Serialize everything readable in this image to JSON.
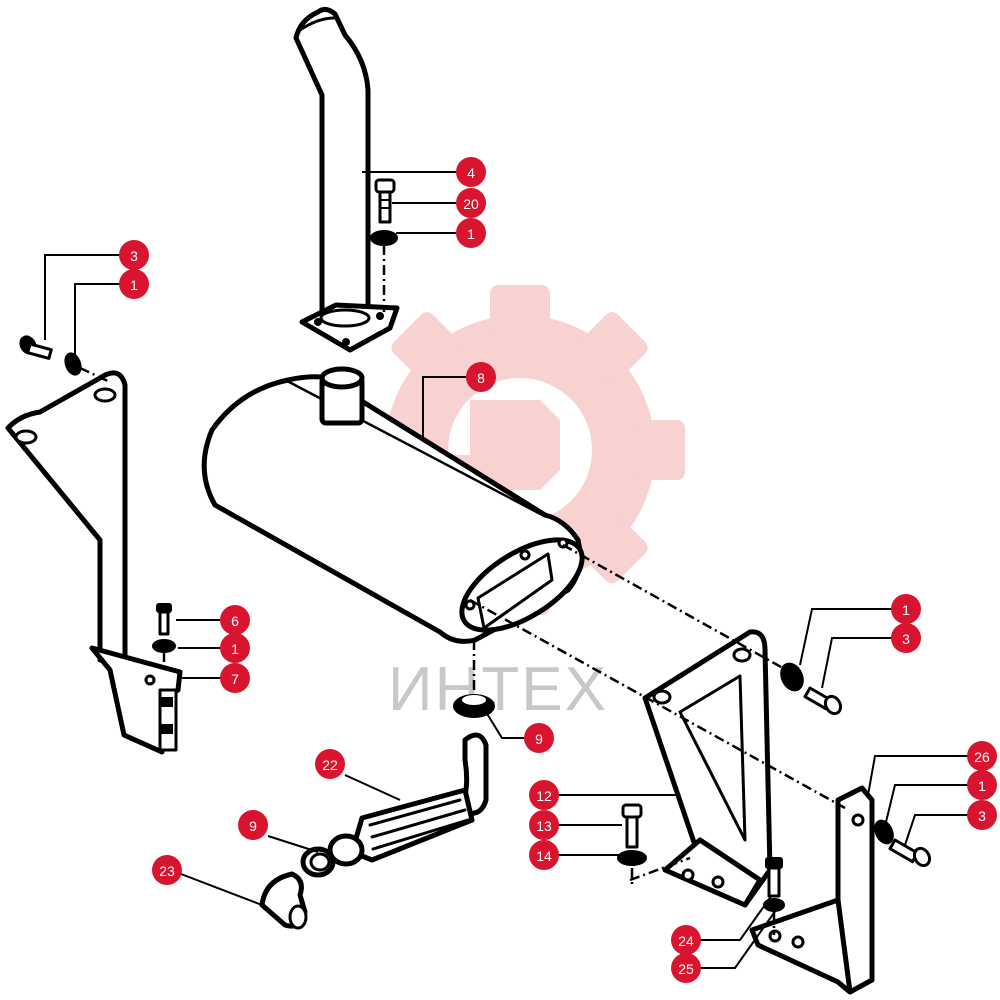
{
  "watermark": {
    "text": "ИНТЕХ",
    "text_color": "#c8c8c8",
    "logo_color": "#f7c9c9",
    "icon": "gear-wrench-logo"
  },
  "callout_color": "#d9142e",
  "callouts": [
    {
      "id": "c-4-top",
      "label": "4"
    },
    {
      "id": "c-20-top",
      "label": "20"
    },
    {
      "id": "c-1-top",
      "label": "1"
    },
    {
      "id": "c-3-left",
      "label": "3"
    },
    {
      "id": "c-1-left",
      "label": "1"
    },
    {
      "id": "c-8",
      "label": "8"
    },
    {
      "id": "c-6",
      "label": "6"
    },
    {
      "id": "c-1-left-low",
      "label": "1"
    },
    {
      "id": "c-7",
      "label": "7"
    },
    {
      "id": "c-1-right",
      "label": "1"
    },
    {
      "id": "c-3-right",
      "label": "3"
    },
    {
      "id": "c-9-right",
      "label": "9"
    },
    {
      "id": "c-22",
      "label": "22"
    },
    {
      "id": "c-9-left",
      "label": "9"
    },
    {
      "id": "c-23",
      "label": "23"
    },
    {
      "id": "c-26",
      "label": "26"
    },
    {
      "id": "c-1-far-right",
      "label": "1"
    },
    {
      "id": "c-3-far-right",
      "label": "3"
    },
    {
      "id": "c-12",
      "label": "12"
    },
    {
      "id": "c-13",
      "label": "13"
    },
    {
      "id": "c-14",
      "label": "14"
    },
    {
      "id": "c-24",
      "label": "24"
    },
    {
      "id": "c-25",
      "label": "25"
    }
  ]
}
